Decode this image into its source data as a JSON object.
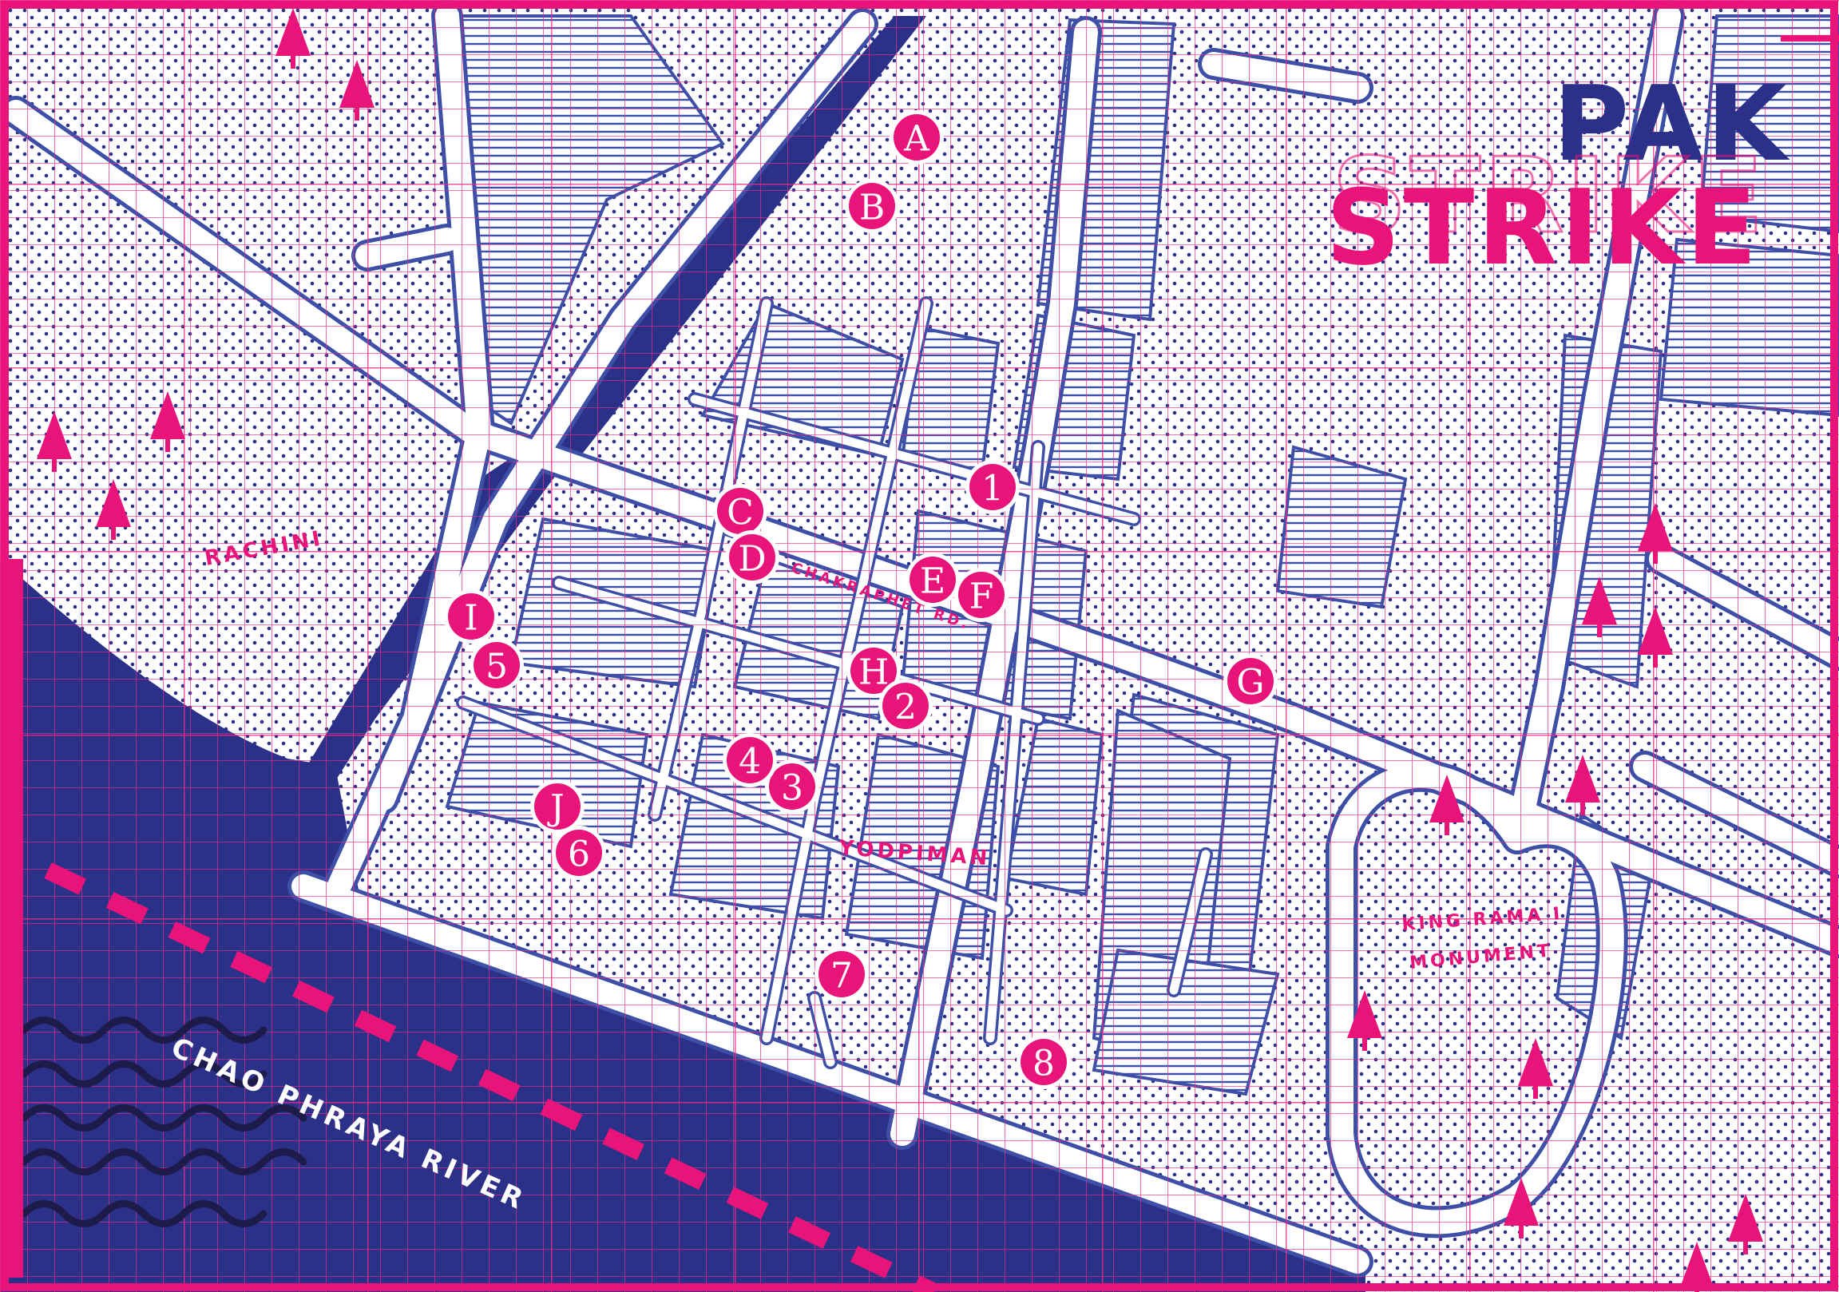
{
  "map": {
    "title_line1": "PAK",
    "title_line2": "STRIKE",
    "labels": {
      "rachini": "RACHINI",
      "chakraphet": "CHAKRAPHET RD.",
      "yodpiman": "YODPIMAN",
      "king_rama_line1": "KING RAMA I",
      "king_rama_line2": "MONUMENT",
      "river": "CHAO PHRAYA RIVER"
    },
    "markers": [
      "A",
      "B",
      "C",
      "D",
      "E",
      "F",
      "G",
      "H",
      "I",
      "J",
      "1",
      "2",
      "3",
      "4",
      "5",
      "6",
      "7",
      "8"
    ],
    "colors": {
      "magenta": "#e8147a",
      "navy": "#2b3188",
      "road_outline": "#3d4fa6",
      "grid": "#ea2d86",
      "background": "#ffffff"
    },
    "icons": [
      "tree-icon",
      "wave-icon"
    ]
  }
}
